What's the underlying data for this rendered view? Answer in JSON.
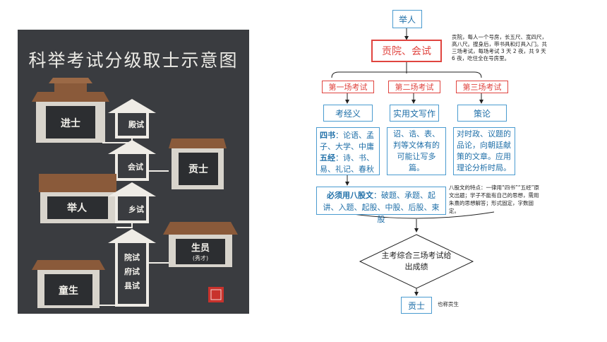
{
  "left_figure": {
    "title": "科举考试分级取士示意图",
    "levels": {
      "jinshi": "进士",
      "dianshi": "殿试",
      "huishi": "会试",
      "gongshi": "贡士",
      "juren": "举人",
      "xiangshi": "乡试",
      "shengyuan": "生员",
      "xiucai": "(秀才)",
      "tongsheng": "童生",
      "yuanshi": "院试",
      "fushi": "府试",
      "xianshi": "县试"
    },
    "colors": {
      "background": "#3a3c40",
      "roof": "#8a5a3a",
      "wall": "#d8d4cc",
      "panel": "#2c2e31",
      "arrow": "#efece6"
    }
  },
  "flowchart": {
    "start": "举人",
    "main": "贡院、会试",
    "main_note": "贡院，每人一个号房，长五尺、宽四尺，高八尺。搜身后，带书具和灯具入门。共三场考试，每场考试 3 天 2 夜，共 9 天 6 夜，吃住全在号房里。",
    "sessions": [
      {
        "label": "第一场考试",
        "topic": "考经义"
      },
      {
        "label": "第二场考试",
        "topic": "实用文写作"
      },
      {
        "label": "第三场考试",
        "topic": "策论"
      }
    ],
    "details": {
      "first_line1_bold": "四书",
      "first_line1": "：论语、孟子、大学、中庸",
      "first_line2_bold": "五经",
      "first_line2": "：诗、书、易、礼记、春秋",
      "second": "诏、诰、表、判等文体有的可能让写多篇。",
      "third": "对时政、议题的品论，向朝廷献策的文章。应用理论分析时局。"
    },
    "bagu_bold": "必须用八股文",
    "bagu": "：破题、承题、起讲、入题、起股、中股、后股、束股",
    "bagu_note": "八股文的特点：一律用“四书”“五经”原文出题；学子不能有自己的思想，需用朱熹的思想解答；形式固定，字数固定。",
    "decision": "主考综合三场考试给出成绩",
    "end": "贡士",
    "end_note": "也称贡生",
    "colors": {
      "blue": "#4a9bd0",
      "red": "#e0443f",
      "line": "#222222"
    }
  }
}
